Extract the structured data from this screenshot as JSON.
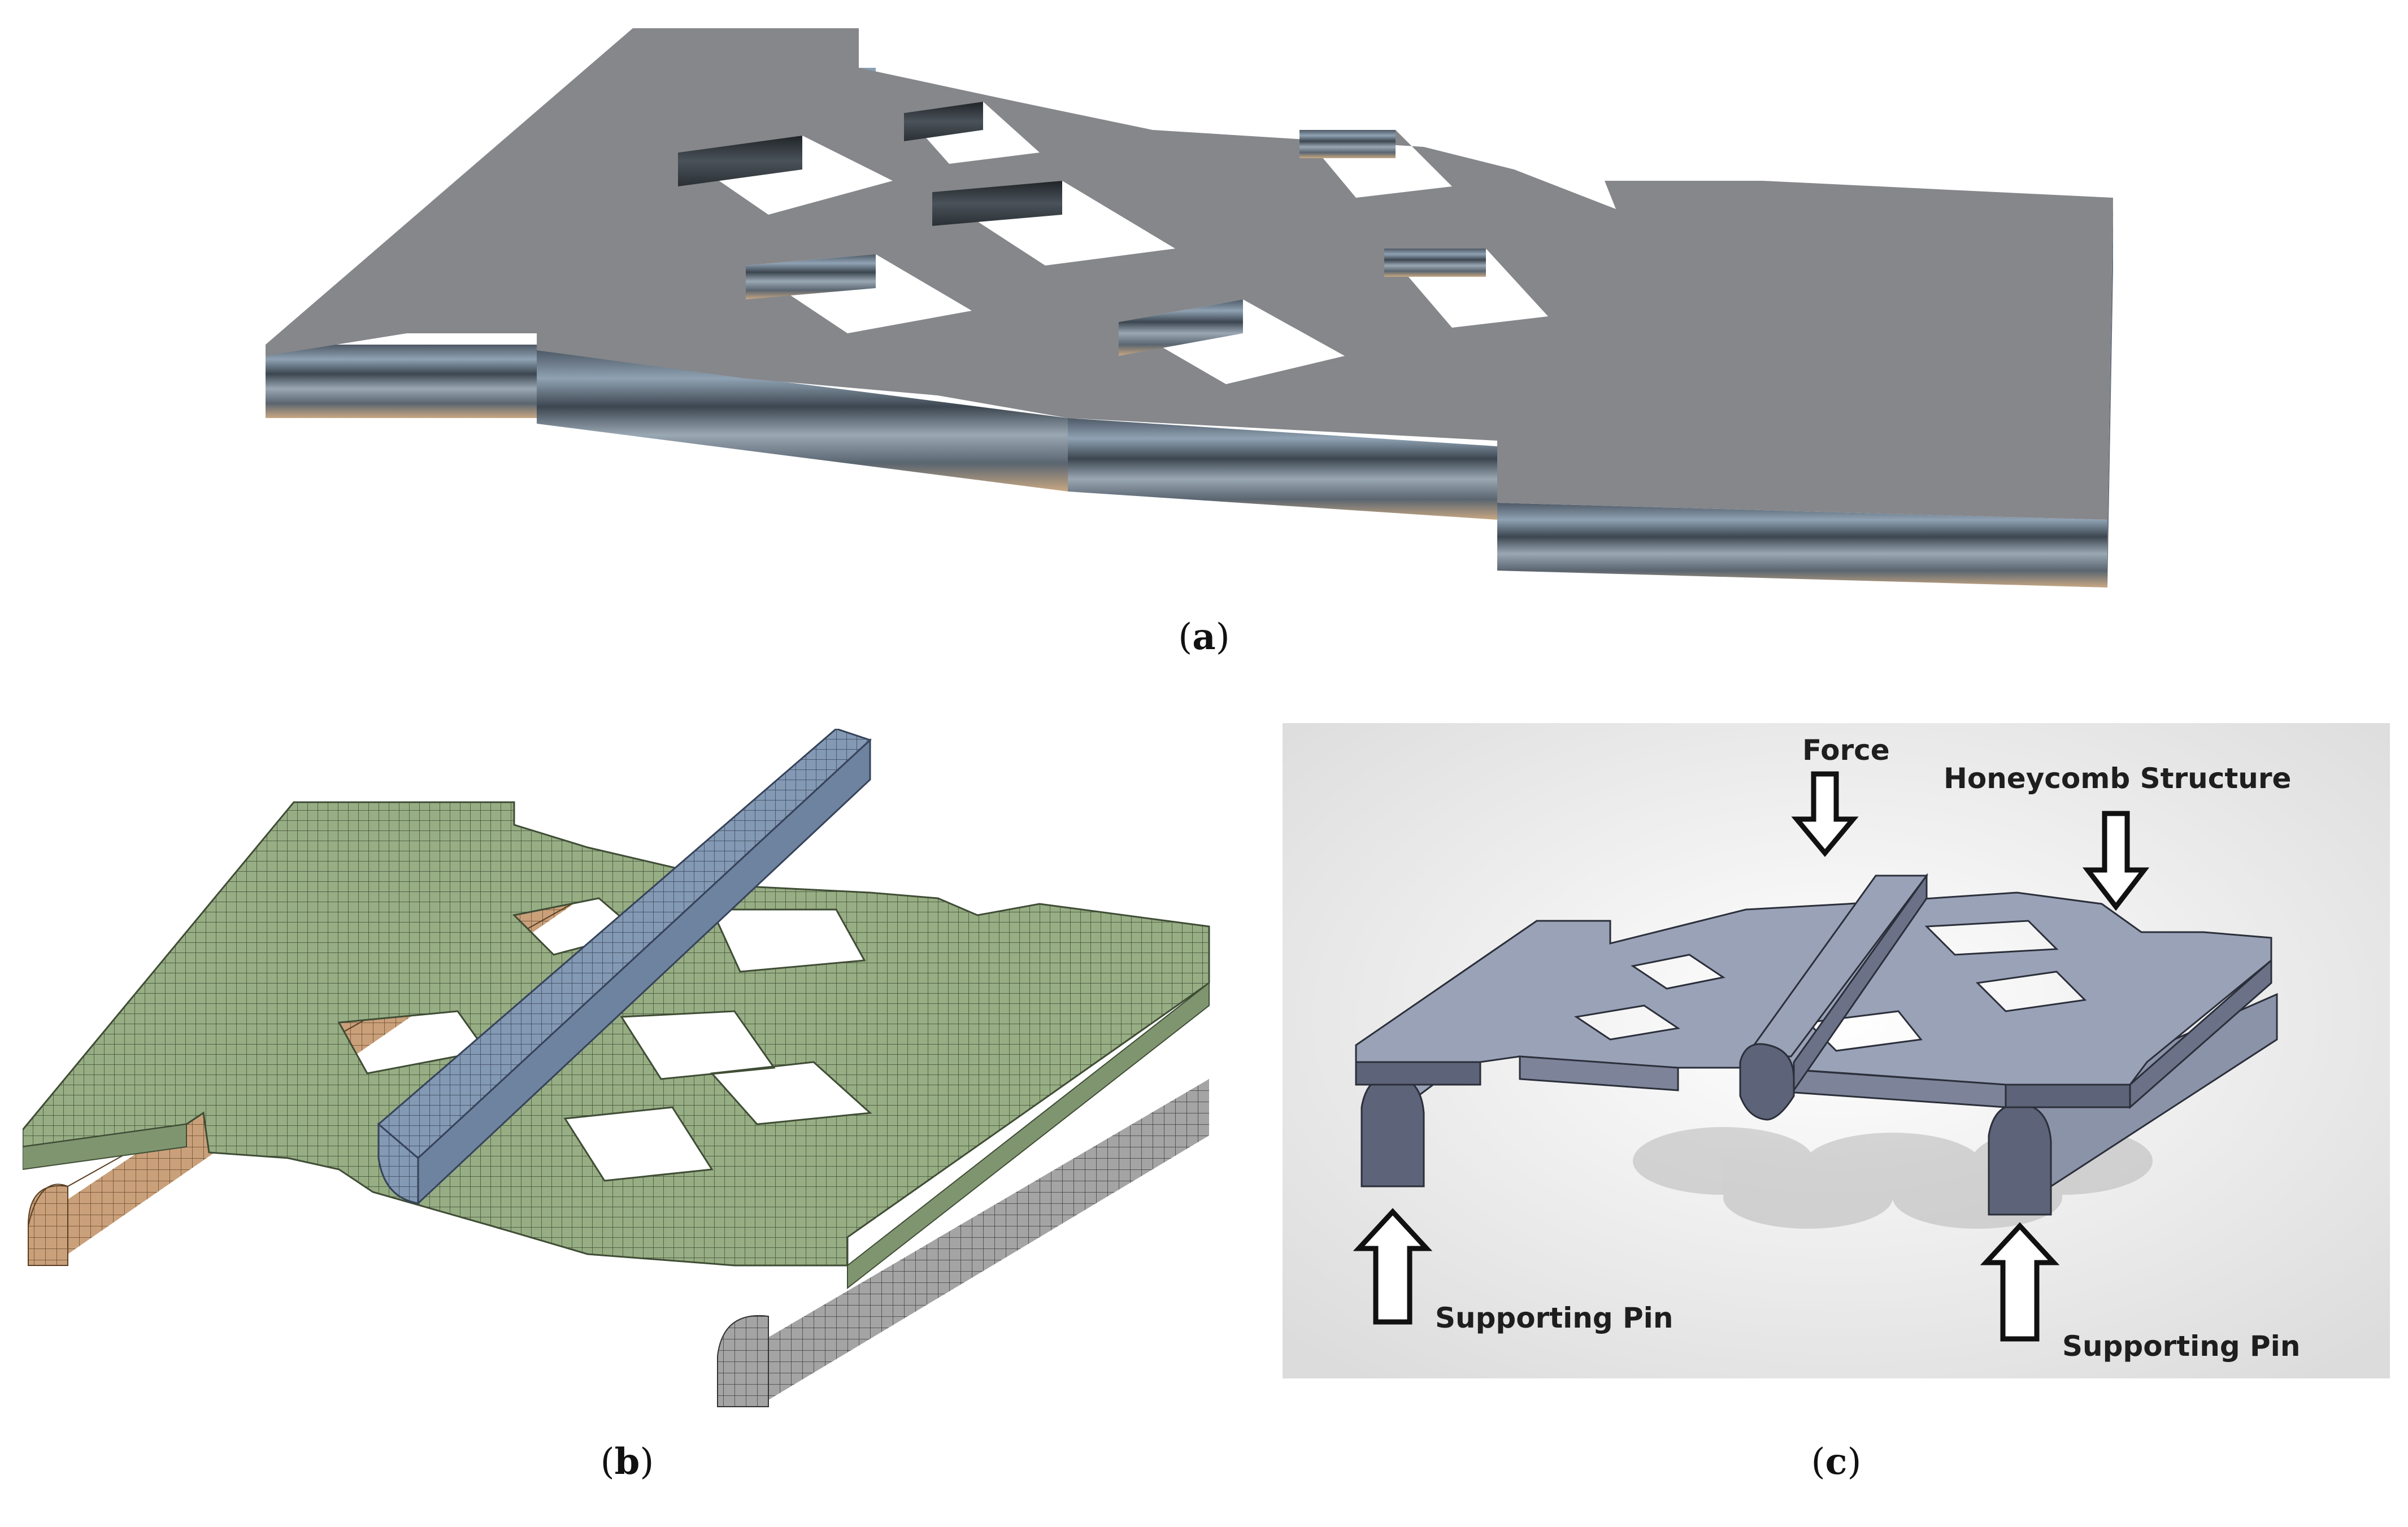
{
  "captions": {
    "a": {
      "open": "(",
      "letter": "a",
      "close": ")"
    },
    "b": {
      "open": "(",
      "letter": "b",
      "close": ")"
    },
    "c": {
      "open": "(",
      "letter": "c",
      "close": ")"
    }
  },
  "panel_c_labels": {
    "force": "Force",
    "honeycomb": "Honeycomb Structure",
    "support_left": "Supporting Pin",
    "support_right": "Supporting Pin"
  },
  "colors": {
    "plate_top": "#86878b",
    "laminate_dark": "#2f3437",
    "laminate_tan": "#c8a883",
    "mesh_green": "#97ad84",
    "mesh_blue": "#8399b4",
    "mesh_orange": "#c9a07a",
    "mesh_gray": "#a4a4a4",
    "solid_top": "#9aa2b8",
    "solid_side": "#5d6378"
  }
}
